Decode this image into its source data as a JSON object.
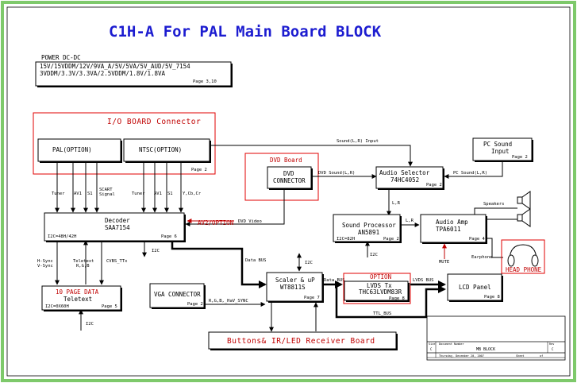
{
  "title": "C1H-A For PAL Main Board BLOCK",
  "power": {
    "heading": "POWER DC-DC",
    "line1": "15V/15VDDM/12V/9VA_A/5V/5VA/5V_AUD/5V_7154",
    "line2": "3VDDM/3.3V/3.3VA/2.5VDDM/1.8V/1.8VA",
    "page": "Page 3,10"
  },
  "io_board": {
    "title": "I/O BOARD Connector",
    "page": "Page 2"
  },
  "pal": {
    "label": "PAL(OPTION)"
  },
  "ntsc": {
    "label": "NTSC(OPTION)"
  },
  "io_signals": {
    "tuner1": "Tuner",
    "av1_1": "AV1",
    "s1_1": "S1",
    "scart": "SCART",
    "scart2": "Signal",
    "tuner2": "Tuner",
    "av1_2": "AV1",
    "s1_2": "S1",
    "ycbcr": "Y,Cb,Cr"
  },
  "dvd_board": {
    "title": "DVD Board",
    "line1": "DVD",
    "line2": "CONNECTOR"
  },
  "pc_sound": {
    "line1": "PC Sound",
    "line2": "Input",
    "page": "Page 2"
  },
  "audio_selector": {
    "line1": "Audio Selector",
    "line2": "74HC4052",
    "page": "Page 2"
  },
  "decoder": {
    "line1": "Decoder",
    "line2": "SAA7154",
    "bus": "I2C=48H/42H",
    "page": "Page 6"
  },
  "sound_processor": {
    "line1": "Sound Processor",
    "line2": "AN5891",
    "bus": "I2C=82H",
    "page": "Page 2"
  },
  "audio_amp": {
    "line1": "Audio Amp",
    "line2": "TPA6011",
    "page": "Page 4"
  },
  "teletext": {
    "line1": "10 PAGE DATA",
    "line2": "Teletext",
    "bus": "I2C=0X60H",
    "page": "Page 5"
  },
  "vga": {
    "label": "VGA CONNECTOR",
    "page": "Page 2"
  },
  "scaler": {
    "line1": "Scaler & uP",
    "line2": "WT8811S",
    "page": "Page 7"
  },
  "lvds": {
    "option": "OPTION",
    "line1": "LVDS Tx",
    "line2": "THC63LVDM83R",
    "page": "Page 8"
  },
  "lcd": {
    "label": "LCD Panel",
    "page": "Page 8"
  },
  "buttons_board": {
    "label": "Buttons& IR/LED Receiver Board"
  },
  "headphone": {
    "label": "HEAD_PHONE"
  },
  "signals": {
    "sound_lr_input": "Sound(L,R) Input",
    "dvd_sound": "DVD Sound(L,R)",
    "pc_sound": "PC Sound(L,R)",
    "lr1": "L,R",
    "lr2": "L,R",
    "speakers": "Speakers",
    "earphone": "Earphone",
    "mute": "MUTE",
    "av2_option": "AV2/OPTION",
    "dvd_video": "DVD Video",
    "i2c_dec": "I2C",
    "i2c_sound": "I2C",
    "i2c_scaler": "I2C",
    "i2c_teletext": "I2C",
    "hsync": "H-Sync",
    "vsync": "V-Sync",
    "teletext_sig": "Teletext",
    "rgb_b": "R,G,B",
    "cvbs_ttx": "CVBS_TTx",
    "data_bus1": "Data BUS",
    "data_bus2": "Data BUS",
    "lvds_bus": "LVDS BUS",
    "ttl_bus": "TTL_BUS",
    "rgb_hv_sync": "R,G,B,_HaV_SYNC"
  },
  "title_block": {
    "document_number": "Document Number",
    "doc_title": "MB BLOCK",
    "rev_label": "Rev",
    "rev": "C",
    "date": "Thursday, December 20, 2007",
    "sheet": "Sheet",
    "size": "Size",
    "size_val": "C",
    "of": "of"
  },
  "colors": {
    "title": "#1c1cd0",
    "border": "#7ec96b",
    "red": "#e00000",
    "wire": "#000000"
  }
}
